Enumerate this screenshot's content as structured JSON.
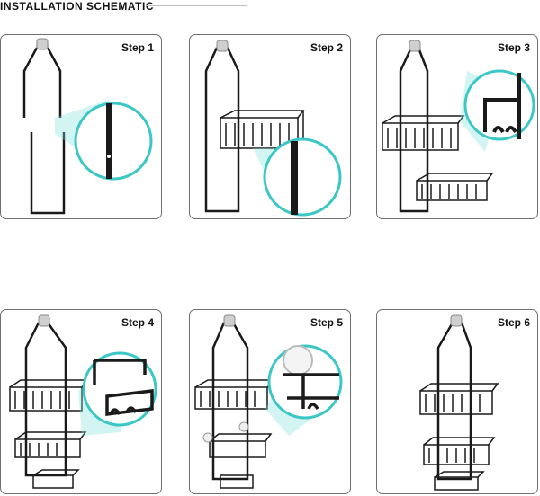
{
  "header": {
    "title": "INSTALLATION SCHEMATIC"
  },
  "steps": [
    {
      "label": "Step 1"
    },
    {
      "label": "Step 2"
    },
    {
      "label": "Step 3"
    },
    {
      "label": "Step 4"
    },
    {
      "label": "Step 5"
    },
    {
      "label": "Step 6"
    }
  ],
  "colors": {
    "frame": "#1a1a1a",
    "magnifier": "#3cc7c7",
    "border": "#6f6f6f"
  }
}
